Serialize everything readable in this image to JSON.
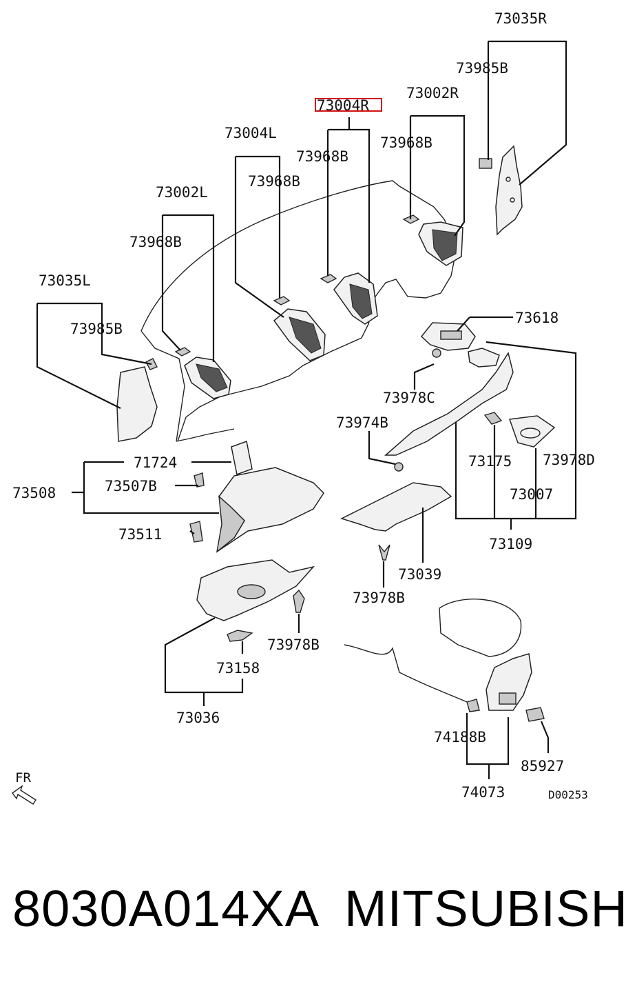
{
  "diagram": {
    "labels": {
      "p73035R": "73035R",
      "p73985B_r": "73985B",
      "p73002R": "73002R",
      "p73004R": "73004R",
      "p73968B_r": "73968B",
      "p73968B_c": "73968B",
      "p73004L": "73004L",
      "p73968B_l2": "73968B",
      "p73002L": "73002L",
      "p73968B_l": "73968B",
      "p73035L": "73035L",
      "p73985B_l": "73985B",
      "p73618": "73618",
      "p73978C": "73978C",
      "p73974B": "73974B",
      "p73175": "73175",
      "p73978D": "73978D",
      "p73007": "73007",
      "p73109": "73109",
      "p71724": "71724",
      "p73508": "73508",
      "p73507B": "73507B",
      "p73511": "73511",
      "p73039": "73039",
      "p73978B_c": "73978B",
      "p73978B_l": "73978B",
      "p73158": "73158",
      "p73036": "73036",
      "p74188B": "74188B",
      "p85927": "85927",
      "p74073": "74073",
      "fr": "FR",
      "code": "D00253"
    },
    "highlighted_part": "73004R",
    "highlight_color": "#d11111"
  },
  "footer": {
    "part_number": "8030A014XA",
    "brand": "MITSUBISHI"
  }
}
